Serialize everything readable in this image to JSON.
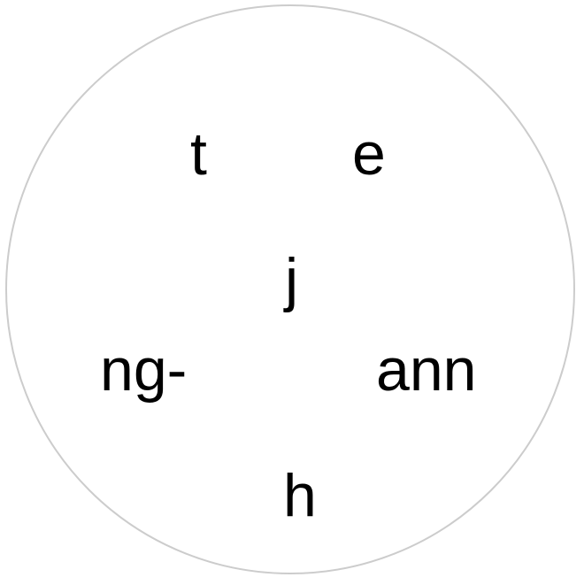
{
  "puzzle": {
    "tiles": [
      {
        "text": "t"
      },
      {
        "text": "e"
      },
      {
        "text": "j"
      },
      {
        "text": "ng-"
      },
      {
        "text": "ann"
      },
      {
        "text": "h"
      }
    ]
  },
  "colors": {
    "circle_border": "#cccccc",
    "text": "#000000",
    "background": "#ffffff"
  }
}
